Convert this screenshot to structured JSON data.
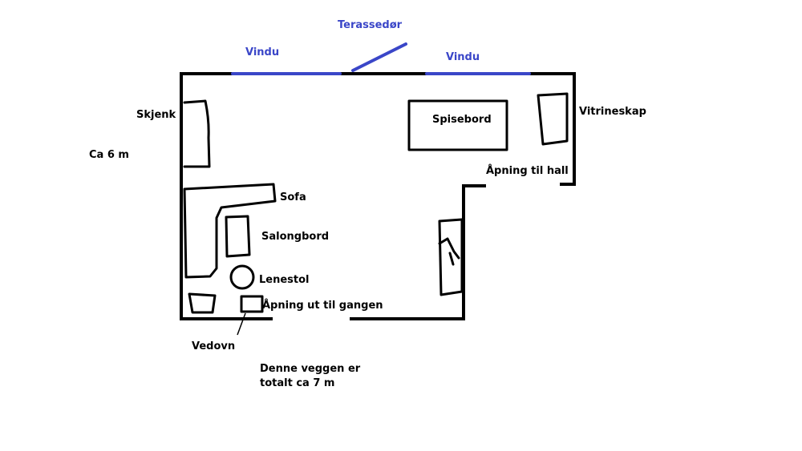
{
  "colors": {
    "wall": "#000000",
    "window": "#3a46c8",
    "text": "#000000",
    "window_text": "#3a46c8"
  },
  "labels": {
    "terrassedor": "Terassedør",
    "vindu_left": "Vindu",
    "vindu_right": "Vindu",
    "skjenk": "Skjenk",
    "ca6m": "Ca 6 m",
    "spisebord": "Spisebord",
    "vitrineskap": "Vitrineskap",
    "apning_hall": "Åpning til hall",
    "sofa": "Sofa",
    "salongbord": "Salongbord",
    "lenestol": "Lenestol",
    "apning_gangen": "Åpning ut til gangen",
    "vedovn": "Vedovn",
    "note_line1": "Denne veggen er",
    "note_line2": "totalt ca 7 m"
  }
}
